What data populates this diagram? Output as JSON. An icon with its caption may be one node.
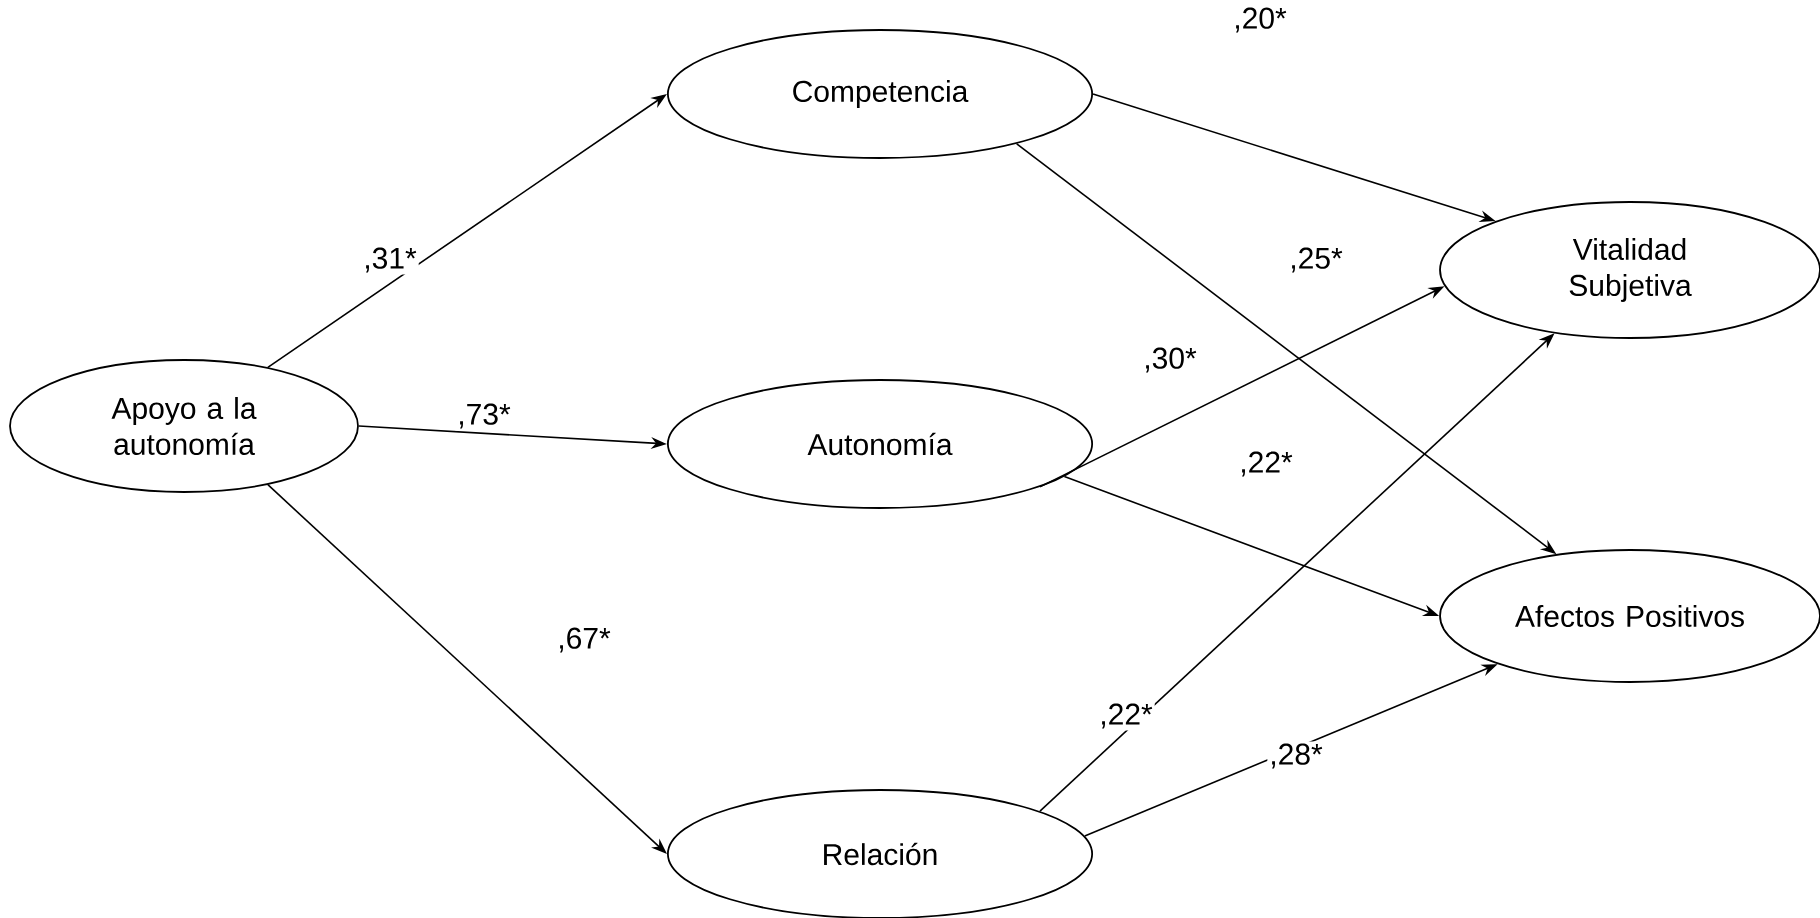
{
  "diagram": {
    "nodes": [
      {
        "text": [
          "Apoyo a la autonomía"
        ]
      },
      {
        "text": [
          "Competencia"
        ]
      },
      {
        "text": [
          "Autonomía"
        ]
      },
      {
        "text": [
          "Relación"
        ]
      },
      {
        "text": [
          "Vitalidad Subjetiva"
        ]
      },
      {
        "text": [
          "Afectos Positivos"
        ]
      }
    ],
    "edges": [
      {
        "from": 0,
        "to": 1,
        "arrow": "to",
        "label": ",31*"
      },
      {
        "from": 0,
        "to": 2,
        "arrow": "to",
        "label": ",73*"
      },
      {
        "from": 0,
        "to": 3,
        "arrow": "to",
        "label": ",67*"
      },
      {
        "from": 1,
        "to": 4,
        "arrow": "to",
        "label": ",20*"
      },
      {
        "from": 1,
        "to": 5,
        "arrow": "to",
        "label": ",25*"
      },
      {
        "from": 2,
        "to": 4,
        "arrow": "to",
        "label": ",30*"
      },
      {
        "from": 2,
        "to": 5,
        "arrow": "to",
        "label": ",22*"
      },
      {
        "from": 3,
        "to": 4,
        "arrow": "to",
        "label": ",22*"
      },
      {
        "from": 3,
        "to": 5,
        "arrow": "to",
        "label": ",28*"
      }
    ]
  }
}
